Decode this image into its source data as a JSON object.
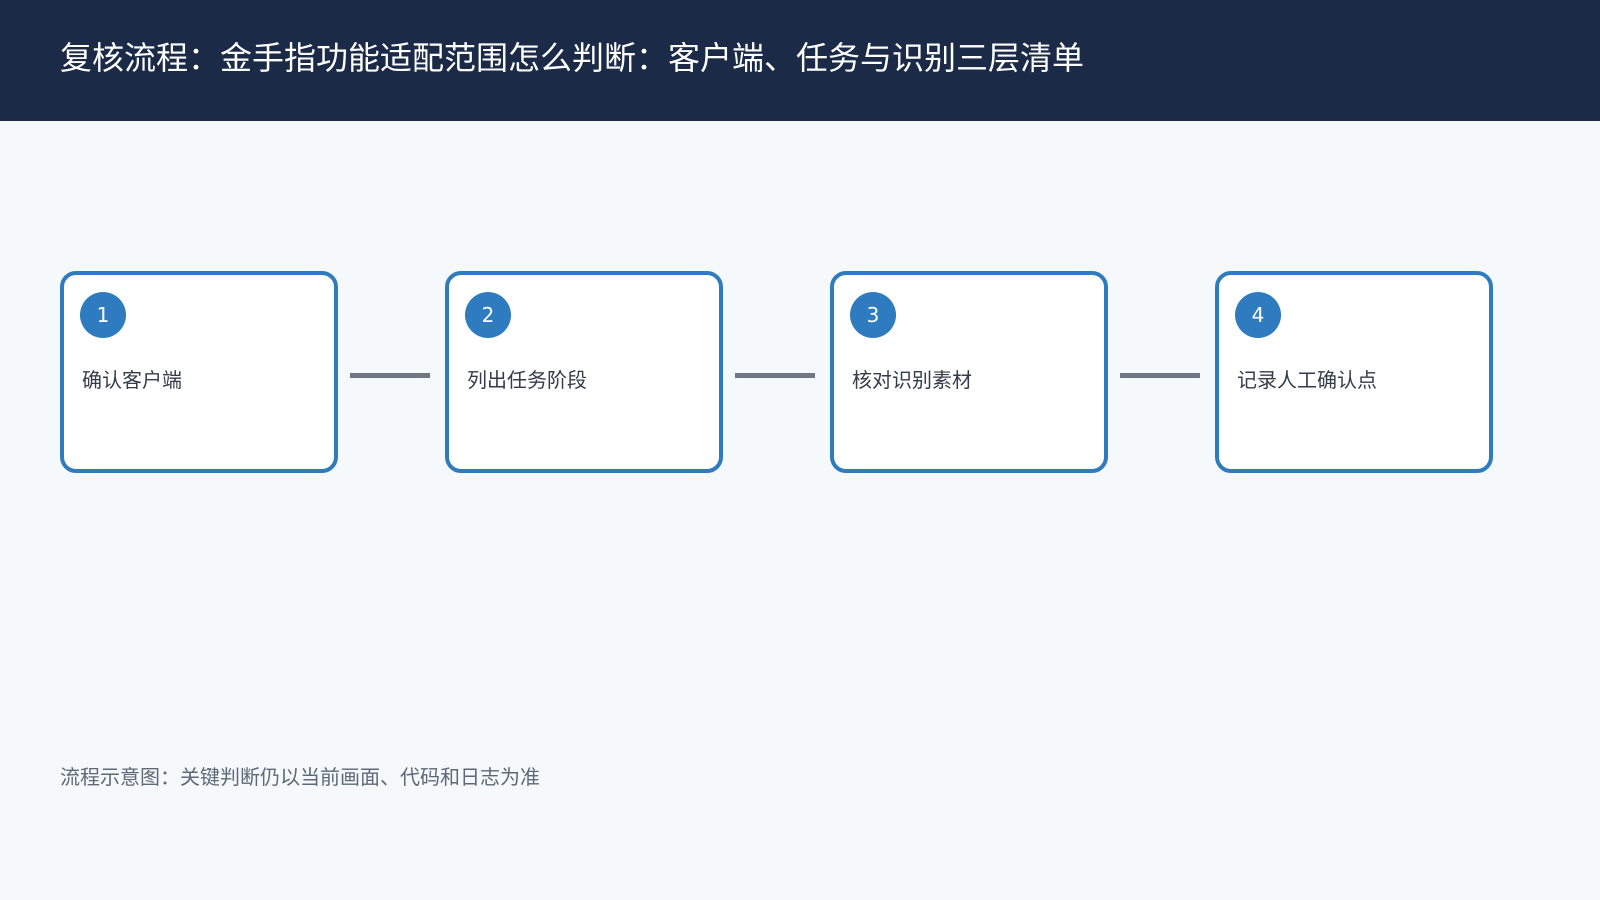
{
  "header": {
    "title": "复核流程：金手指功能适配范围怎么判断：客户端、任务与识别三层清单"
  },
  "steps": [
    {
      "number": "1",
      "label": "确认客户端"
    },
    {
      "number": "2",
      "label": "列出任务阶段"
    },
    {
      "number": "3",
      "label": "核对识别素材"
    },
    {
      "number": "4",
      "label": "记录人工确认点"
    }
  ],
  "footnote": "流程示意图：关键判断仍以当前画面、代码和日志为准",
  "colors": {
    "header_bg": "#1b2a47",
    "accent": "#2f7bbf",
    "connector": "#6f7784",
    "page_bg": "#f6f9fc"
  }
}
